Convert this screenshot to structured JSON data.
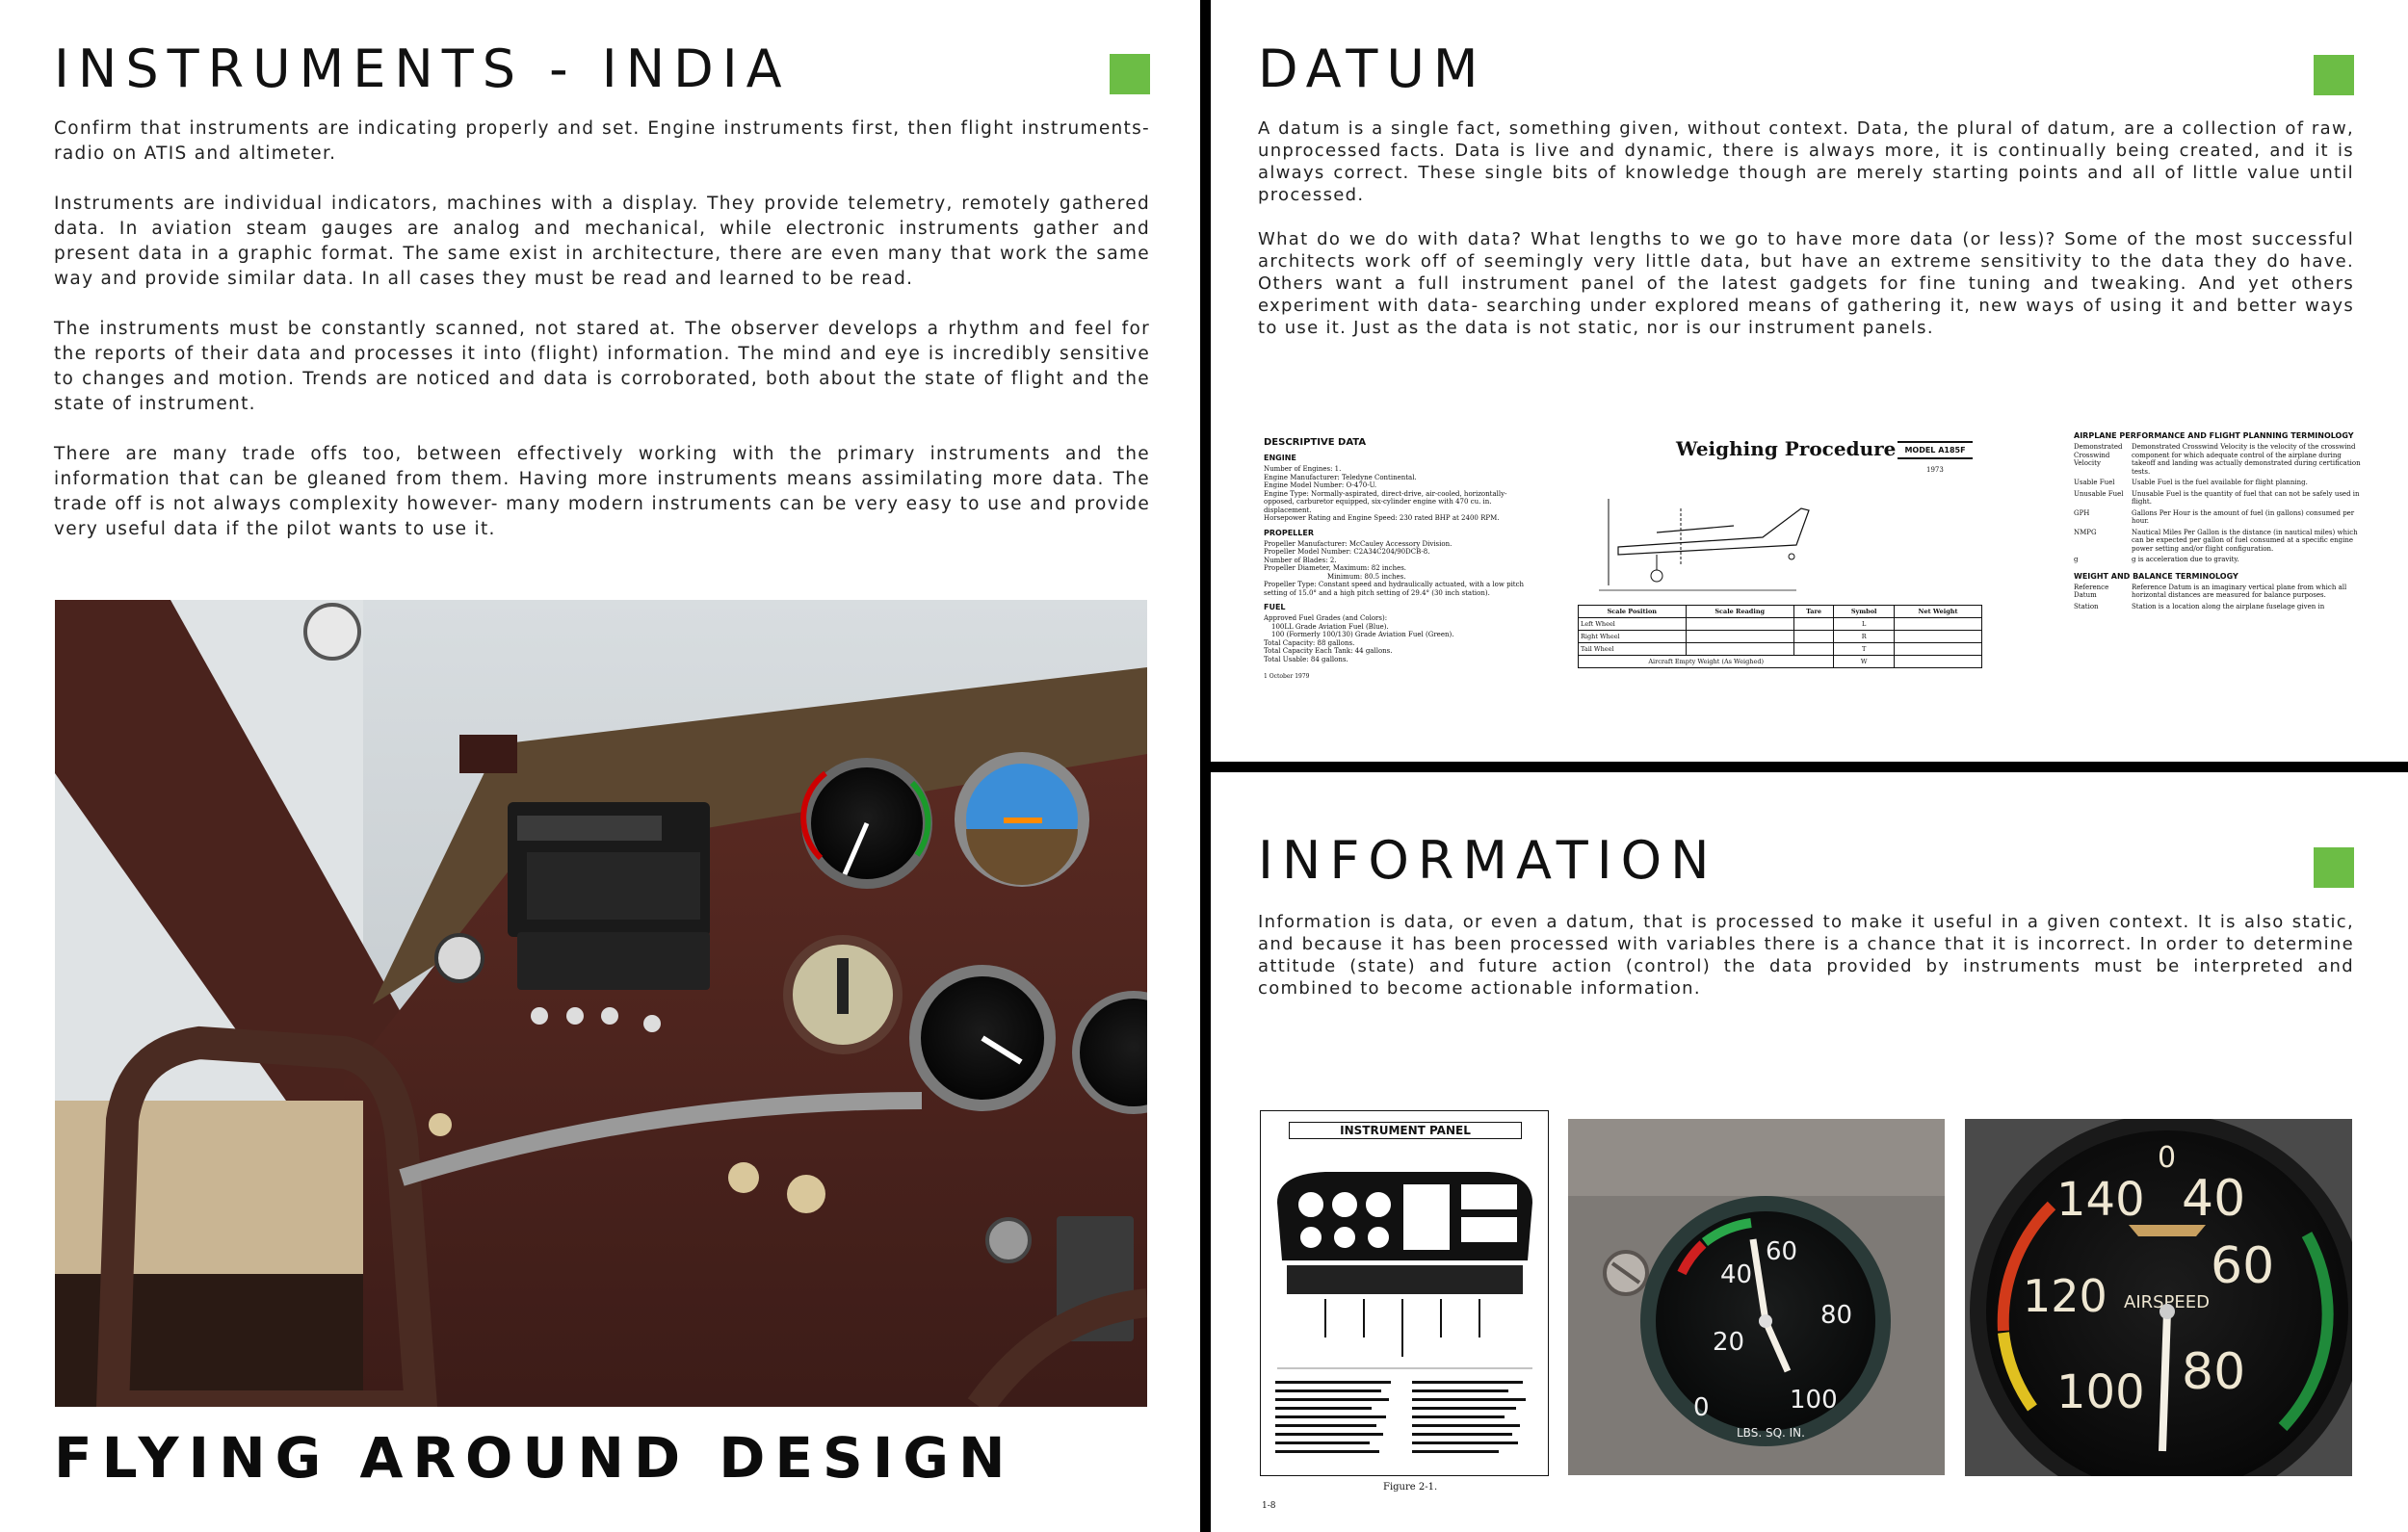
{
  "instruments": {
    "title": "INSTRUMENTS - INDIA",
    "paragraphs": [
      "Confirm that instruments are indicating properly and set. Engine instruments first, then flight instruments- radio on ATIS and altimeter.",
      "Instruments are individual indicators, machines with a display. They provide telemetry, remotely gathered data. In aviation steam gauges are analog and mechanical, while electronic instruments gather and present data in a graphic format. The same exist in architecture, there are even many that work the same way and provide similar data. In all cases they must be read and learned to be read.",
      "The instruments must be constantly scanned, not stared at. The observer develops a rhythm and feel for the reports of their data and processes it into (flight) information. The mind and eye is incredibly sensitive to changes and motion. Trends are noticed and data is corroborated, both about the state of flight and the state of instrument.",
      "There are many trade offs too, between effectively working with the primary instruments and the information that can be gleaned from them. Having more instruments means assimilating more data. The trade off is not always complexity however- many modern instruments can be very easy to use and provide very useful data if the pilot wants to use it."
    ],
    "footer": "FLYING AROUND DESIGN"
  },
  "datum": {
    "title": "DATUM",
    "paragraphs": [
      "A datum is a single fact, something given, without context. Data, the plural of datum, are a collection of raw, unprocessed facts. Data is live and dynamic, there is always more, it is continually being created, and it is always correct. These single bits of knowledge though are merely starting points and all of little value until processed.",
      "What do we do with data? What lengths to we go to have more data (or less)? Some of the most successful architects work off of seemingly very little data, but have an extreme sensitivity to the data they do have. Others want a full instrument panel of the latest gadgets for fine tuning and tweaking. And yet others experiment with data- searching under explored means of gathering  it, new ways of using it and better ways to use it. Just as the data is not static, nor is our instrument panels."
    ],
    "manual": {
      "left": {
        "heading": "DESCRIPTIVE DATA",
        "sub1": "ENGINE",
        "engine_lines": [
          "Number of Engines: 1.",
          "Engine Manufacturer: Teledyne Continental.",
          "Engine Model Number: O-470-U.",
          "Engine Type: Normally-aspirated, direct-drive, air-cooled, horizontally-opposed, carburetor equipped, six-cylinder engine with 470 cu. in. displacement.",
          "Horsepower Rating and Engine Speed: 230 rated BHP at 2400 RPM."
        ],
        "sub2": "PROPELLER",
        "prop_lines": [
          "Propeller Manufacturer: McCauley Accessory Division.",
          "Propeller Model Number: C2A34C204/90DCB-8.",
          "Number of Blades: 2.",
          "Propeller Diameter, Maximum: 82 inches.",
          "Minimum: 80.5 inches.",
          "Propeller Type: Constant speed and hydraulically actuated, with a low pitch setting of 15.0° and a high pitch setting of 29.4° (30 inch station)."
        ],
        "sub3": "FUEL",
        "fuel_lines": [
          "Approved Fuel Grades (and Colors):",
          "100LL Grade Aviation Fuel (Blue).",
          "100 (Formerly 100/130) Grade Aviation Fuel (Green).",
          "Total Capacity: 88 gallons.",
          "Total Capacity Each Tank: 44 gallons.",
          "Total Usable: 84 gallons."
        ],
        "footnote": "1 October 1979"
      },
      "middle": {
        "heading": "Weighing Procedure",
        "model": "MODEL A185F",
        "year": "1973",
        "table_headers": [
          "Scale Position",
          "Scale Reading",
          "Tare",
          "Symbol",
          "Net Weight"
        ],
        "table_rows": [
          [
            "Left Wheel",
            "",
            "",
            "L",
            ""
          ],
          [
            "Right Wheel",
            "",
            "",
            "R",
            ""
          ],
          [
            "Tail Wheel",
            "",
            "",
            "T",
            ""
          ]
        ],
        "table_footer": [
          "Aircraft Empty Weight (As Weighed)",
          "W"
        ]
      },
      "right": {
        "heading": "AIRPLANE PERFORMANCE AND FLIGHT PLANNING TERMINOLOGY",
        "terms": [
          [
            "Demonstrated Crosswind Velocity",
            "Demonstrated Crosswind Velocity is the velocity of the crosswind component for which adequate control of the airplane during takeoff and landing was actually demonstrated during certification tests."
          ],
          [
            "Usable Fuel",
            "Usable Fuel is the fuel available for flight planning."
          ],
          [
            "Unusable Fuel",
            "Unusable Fuel is the quantity of fuel that can not be safely used in flight."
          ],
          [
            "GPH",
            "Gallons Per Hour is the amount of fuel (in gallons) consumed per hour."
          ],
          [
            "NMPG",
            "Nautical Miles Per Gallon is the distance (in nautical miles) which can be expected per gallon of fuel consumed at a specific engine power setting and/or flight configuration."
          ],
          [
            "g",
            "g is acceleration due to gravity."
          ]
        ],
        "heading2": "WEIGHT AND BALANCE TERMINOLOGY",
        "terms2": [
          [
            "Reference Datum",
            "Reference Datum is an imaginary vertical plane from which all horizontal distances are measured for balance purposes."
          ],
          [
            "Station",
            "Station is a location along the airplane fuselage given in"
          ]
        ]
      }
    }
  },
  "information": {
    "title": "INFORMATION",
    "paragraphs": [
      "Information is data, or even a datum, that is processed to make it useful in a given context. It is also static, and because it has been processed with variables there is a chance that it is incorrect.  In order to determine attitude (state) and future action (control) the data provided by instruments must be interpreted and combined to become actionable information."
    ],
    "panel_diagram": {
      "title": "INSTRUMENT PANEL",
      "caption": "Figure 2-1.",
      "page": "1-8"
    },
    "gauge1": {
      "ticks": [
        "0",
        "20",
        "40",
        "60",
        "80",
        "100"
      ],
      "unit": "LBS. SQ. IN."
    },
    "gauge2": {
      "ticks": [
        "0",
        "40",
        "60",
        "80",
        "100",
        "120",
        "140"
      ],
      "label": "AIRSPEED"
    }
  },
  "colors": {
    "accent_square": "#6cbd45",
    "divider": "#000000"
  }
}
